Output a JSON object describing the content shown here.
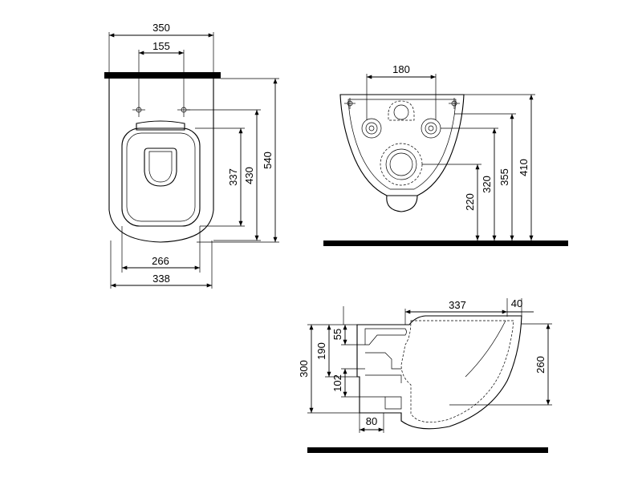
{
  "top_view": {
    "overall_width": "350",
    "fixing_spacing": "155",
    "seat_width": "266",
    "base_width": "338",
    "seat_length": "337",
    "inner_length": "430",
    "total_length": "540"
  },
  "front_view": {
    "outlet_spacing": "180",
    "height_outlet": "220",
    "height_inlet": "320",
    "height_fixings": "355",
    "height_top": "410"
  },
  "side_view": {
    "bowl_length": "337",
    "rim_offset": "40",
    "rim_depth": "55",
    "inlet_height": "190",
    "outlet_height": "102",
    "total_height": "300",
    "body_height": "260",
    "outlet_width": "80"
  }
}
